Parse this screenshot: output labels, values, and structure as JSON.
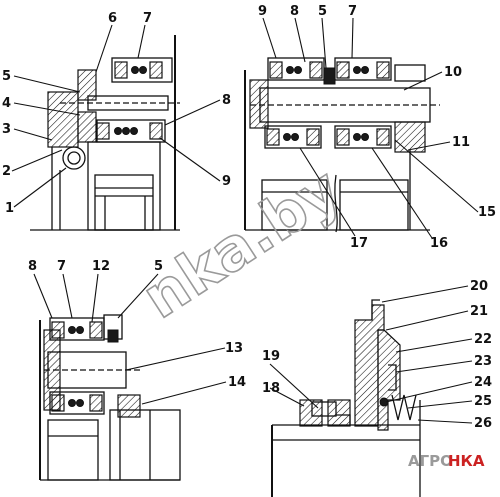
{
  "labels": {
    "tl": [
      "6",
      "7",
      "5",
      "4",
      "3",
      "2",
      "1",
      "8",
      "9"
    ],
    "tr": [
      "9",
      "8",
      "5",
      "7",
      "10",
      "11",
      "15",
      "16",
      "17"
    ],
    "bl": [
      "8",
      "7",
      "12",
      "5",
      "13",
      "14"
    ],
    "br": [
      "20",
      "21",
      "22",
      "23",
      "24",
      "25",
      "26",
      "19",
      "18"
    ]
  },
  "watermark": "nka.by",
  "logo": {
    "left": "АГРО",
    "right": "НКА",
    "left_color": "#9a9a9a",
    "right_color": "#cc2222"
  }
}
